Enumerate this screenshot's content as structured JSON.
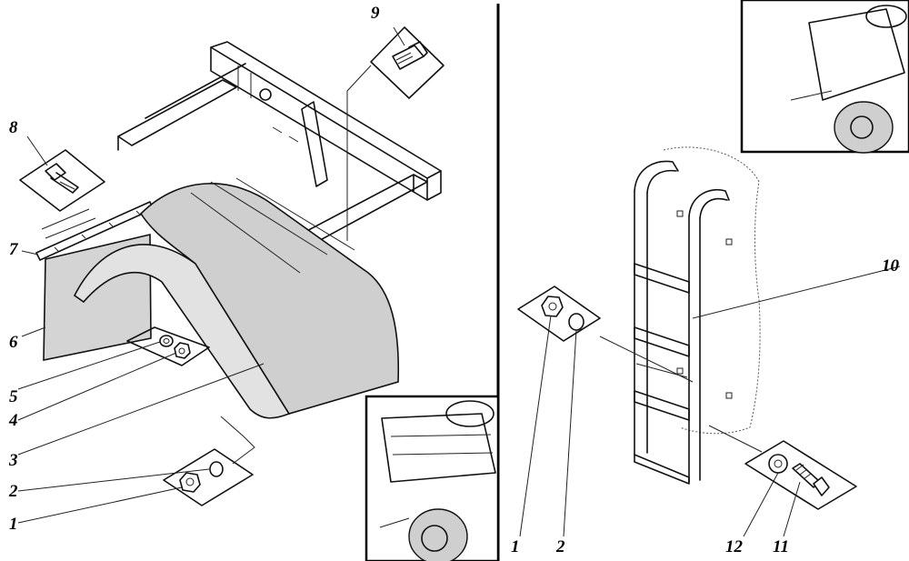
{
  "callouts": {
    "left": [
      "1",
      "2",
      "3",
      "4",
      "5",
      "6",
      "7",
      "8",
      "9"
    ],
    "right": [
      "1",
      "2",
      "10",
      "11",
      "12"
    ]
  },
  "parts": {
    "1": "nut",
    "2": "washer",
    "3": "mudguard",
    "4": "nut",
    "5": "washer",
    "6": "mud flap",
    "7": "clamp bar",
    "8": "bolt",
    "9": "bolt",
    "10": "ladder",
    "11": "bolt",
    "12": "washer"
  }
}
